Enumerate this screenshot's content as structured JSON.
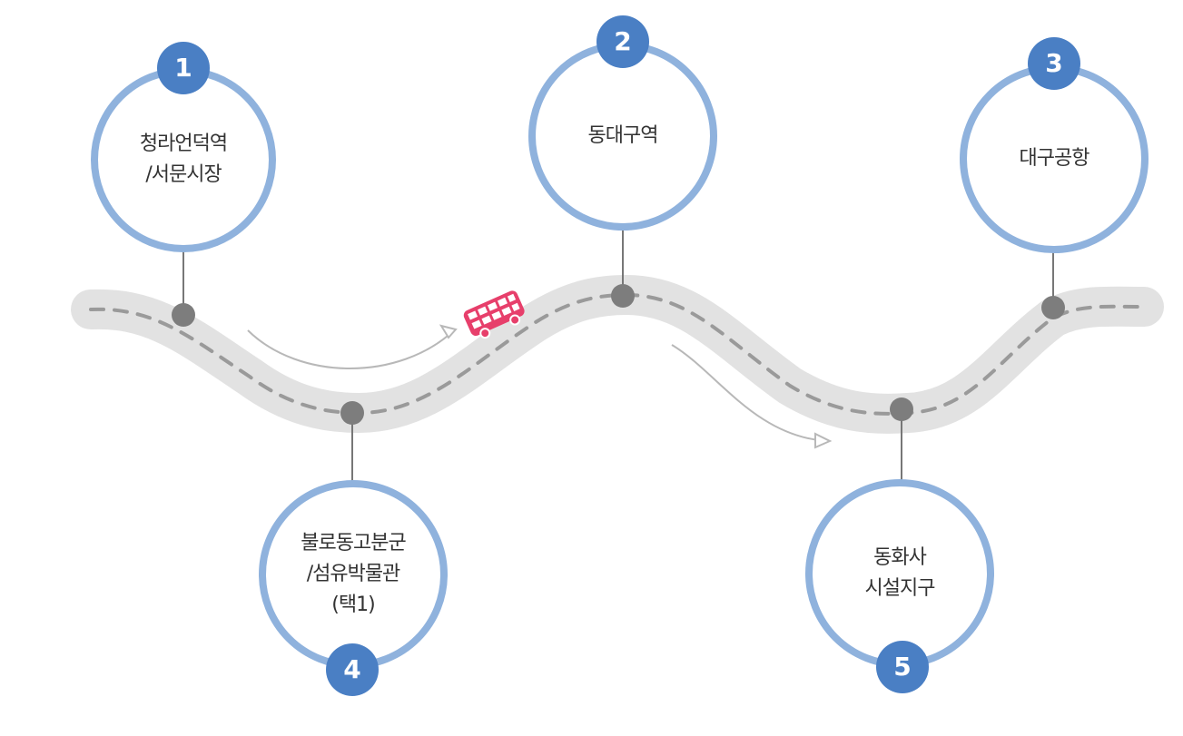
{
  "colors": {
    "road": "#e2e2e2",
    "road_dash": "#9a9a9a",
    "ring": "#8fb2dd",
    "badge": "#4a7fc4",
    "badge_text": "#ffffff",
    "stop_dot": "#7d7d7d",
    "arrow": "#b8b8b8",
    "bus": "#e73f6b",
    "text": "#333333"
  },
  "icons": {
    "bus": "double-decker-bus-icon",
    "direction": "arrow-icon"
  },
  "stops": [
    {
      "number": "1",
      "lines": [
        "청라언덕역",
        "/서문시장"
      ]
    },
    {
      "number": "2",
      "lines": [
        "동대구역"
      ]
    },
    {
      "number": "3",
      "lines": [
        "대구공항"
      ]
    },
    {
      "number": "4",
      "lines": [
        "불로동고분군",
        "/섬유박물관",
        "(택1)"
      ]
    },
    {
      "number": "5",
      "lines": [
        "동화사",
        "시설지구"
      ]
    }
  ]
}
